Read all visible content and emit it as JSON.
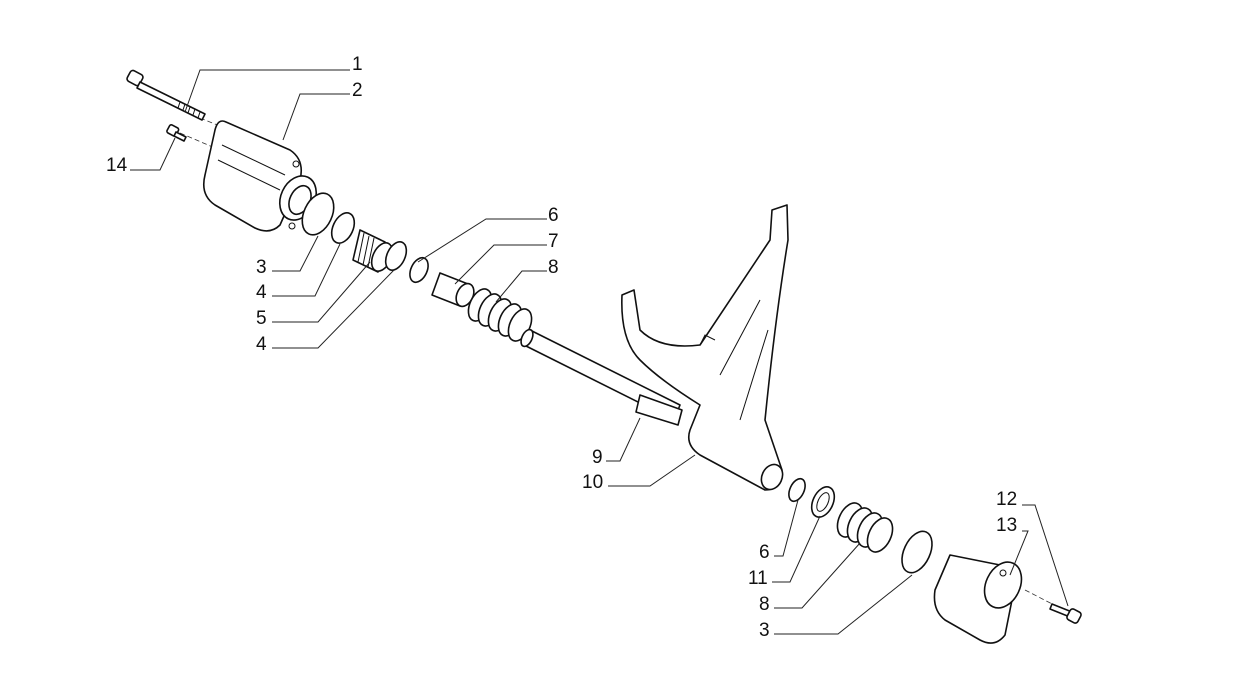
{
  "diagram": {
    "type": "exploded-parts-view",
    "callouts": [
      {
        "id": "c1",
        "text": "1"
      },
      {
        "id": "c2",
        "text": "2"
      },
      {
        "id": "c14",
        "text": "14"
      },
      {
        "id": "c3a",
        "text": "3"
      },
      {
        "id": "c4a",
        "text": "4"
      },
      {
        "id": "c5",
        "text": "5"
      },
      {
        "id": "c4b",
        "text": "4"
      },
      {
        "id": "c6a",
        "text": "6"
      },
      {
        "id": "c7",
        "text": "7"
      },
      {
        "id": "c8a",
        "text": "8"
      },
      {
        "id": "c9",
        "text": "9"
      },
      {
        "id": "c10",
        "text": "10"
      },
      {
        "id": "c6b",
        "text": "6"
      },
      {
        "id": "c11",
        "text": "11"
      },
      {
        "id": "c8b",
        "text": "8"
      },
      {
        "id": "c3b",
        "text": "3"
      },
      {
        "id": "c12",
        "text": "12"
      },
      {
        "id": "c13",
        "text": "13"
      }
    ]
  }
}
